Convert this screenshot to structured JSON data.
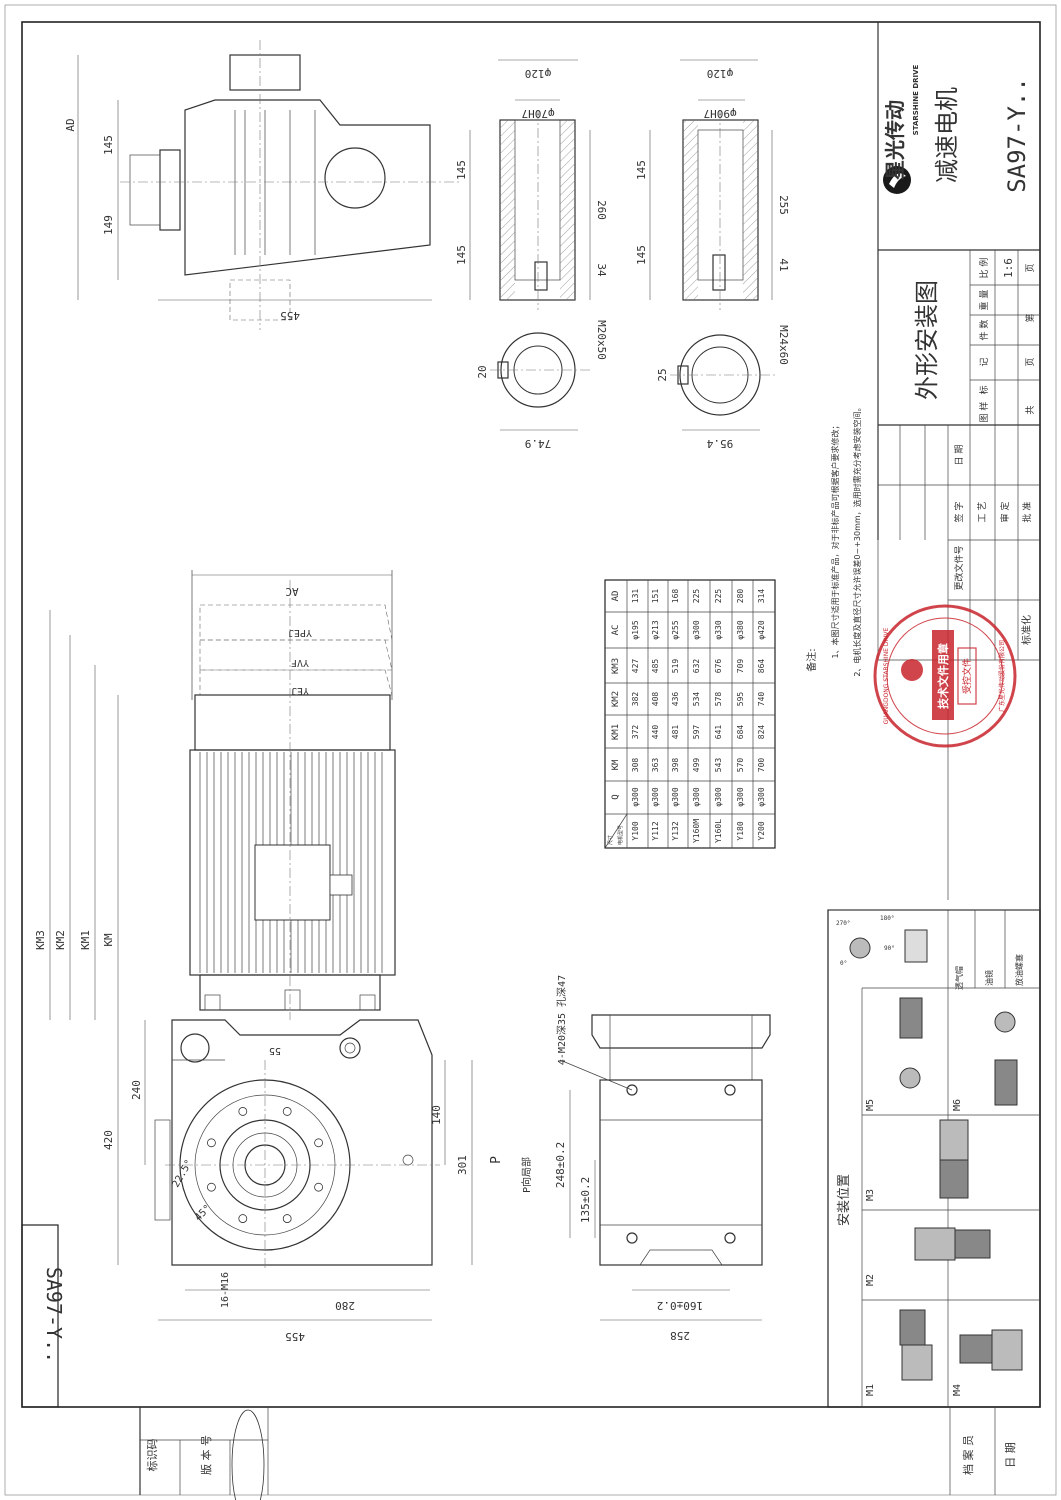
{
  "title_block": {
    "brand_cn": "星光传动",
    "brand_en": "STARSHINE DRIVE",
    "product_name": "减速电机",
    "model": "SA97-Y..",
    "drawing_title": "外形安装图",
    "scale_label": "比 例",
    "scale": "1:6",
    "weight_label": "重 量",
    "qty_label": "件 数",
    "mark_label": "记",
    "stage_label": "标",
    "sample_label": "图 样",
    "page_label": "页",
    "total_label": "共",
    "page_no_label": "第",
    "standardization": "标准化",
    "process": "工 艺",
    "review": "审 定",
    "approve": "批 准",
    "sign": "签 字",
    "date": "日 期",
    "change_doc": "更改文件号"
  },
  "side_model": "SA97-Y..",
  "bottom_block": {
    "id_code": "标识码",
    "version": "版 本 号",
    "archive_clerk": "档 案 员",
    "date": "日 期"
  },
  "notes": {
    "heading": "备注:",
    "items": [
      "1、本图尺寸适用于标准产品，对于非标产品可根据客户要求修改；",
      "2、电机长度及直径尺寸允许误差0~+30mm，选用时需充分考虑安装空间。"
    ]
  },
  "stamp": {
    "center": "技术文件用章",
    "sub": "受控文件",
    "ring": "GUANGDONG STARSHINE DRIVE",
    "footer": "广东星光传动股份有限公司"
  },
  "motor_table": {
    "corner_top": "尺寸",
    "corner_bottom": "电机型号",
    "headers": [
      "Q",
      "KM",
      "KM1",
      "KM2",
      "KM3",
      "AC",
      "AD"
    ],
    "rows": [
      {
        "model": "Y100",
        "cells": [
          "φ300",
          "308",
          "372",
          "382",
          "427",
          "φ195",
          "131"
        ]
      },
      {
        "model": "Y112",
        "cells": [
          "φ300",
          "363",
          "440",
          "408",
          "485",
          "φ213",
          "151"
        ]
      },
      {
        "model": "Y132",
        "cells": [
          "φ300",
          "398",
          "481",
          "436",
          "519",
          "φ255",
          "168"
        ]
      },
      {
        "model": "Y160M",
        "cells": [
          "φ300",
          "499",
          "597",
          "534",
          "632",
          "φ300",
          "225"
        ]
      },
      {
        "model": "Y160L",
        "cells": [
          "φ300",
          "543",
          "641",
          "578",
          "676",
          "φ330",
          "225"
        ]
      },
      {
        "model": "Y180",
        "cells": [
          "φ300",
          "570",
          "684",
          "595",
          "709",
          "φ380",
          "280"
        ]
      },
      {
        "model": "Y200",
        "cells": [
          "φ300",
          "700",
          "824",
          "740",
          "864",
          "φ420",
          "314"
        ]
      }
    ]
  },
  "mounting": {
    "title": "安装位置",
    "positions": [
      "M1",
      "M2",
      "M3",
      "M4",
      "M5",
      "M6"
    ],
    "legend": [
      "透气帽",
      "油镜",
      "放油螺塞"
    ],
    "angles": [
      "0°",
      "90°",
      "180°",
      "270°"
    ]
  },
  "dims_top": {
    "ad": "AD",
    "d145": "145",
    "d149": "149",
    "d455": "455",
    "bore1_dia": "φ70H7",
    "bore1_outer": "φ120",
    "bore1_a": "145",
    "bore1_b": "145",
    "bore1_len": "260",
    "bore1_34": "34",
    "bore1_thread": "M20x50",
    "bore1_key": "20",
    "bore1_74": "74.9",
    "bore2_dia": "φ90H7",
    "bore2_outer": "φ120",
    "bore2_a": "145",
    "bore2_b": "145",
    "bore2_len": "255",
    "bore2_41": "41",
    "bore2_thread": "M24x60",
    "bore2_key": "25",
    "bore2_95": "95.4"
  },
  "dims_front": {
    "ac": "AC",
    "yej": "YEJ",
    "yvf": "YVF",
    "ypej": "YPEJ",
    "km3": "KM3",
    "km2": "KM2",
    "km1": "KM1",
    "km": "KM",
    "d240": "240",
    "d420": "420",
    "d140": "140",
    "d301": "301",
    "d280": "280",
    "d455": "455",
    "d55": "55",
    "ang225": "22.5°",
    "ang45": "45°",
    "holes": "16-M16"
  },
  "dims_side": {
    "holes": "4-M20深35 孔深47",
    "p": "P",
    "p_label": "P向局部",
    "d248": "248±0.2",
    "d135": "135±0.2",
    "d160": "160±0.2",
    "d258": "258"
  }
}
